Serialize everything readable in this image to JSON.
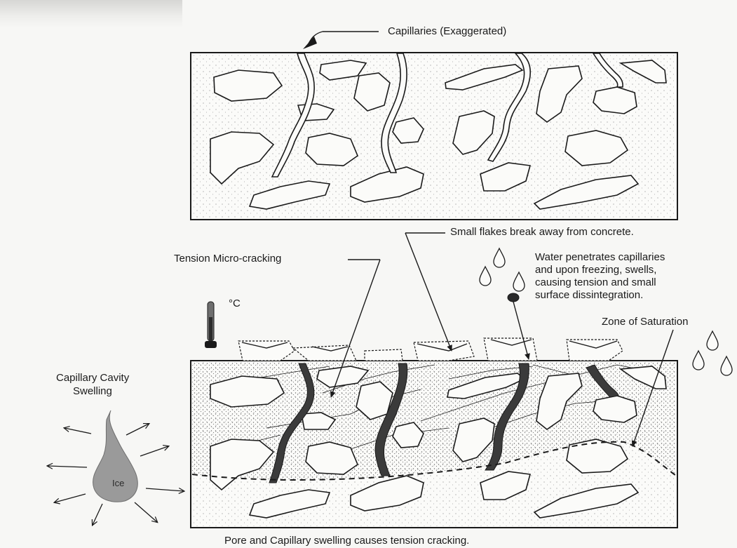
{
  "labels": {
    "capillaries": "Capillaries (Exaggerated)",
    "small_flakes": "Small flakes break away from concrete.",
    "tension_micro_cracking": "Tension Micro-cracking",
    "water_note": [
      "Water penetrates capillaries",
      "and upon freezing, swells,",
      "causing tension and small",
      "surface dissintegration."
    ],
    "degree_c": "°C",
    "zone_of_saturation": "Zone of Saturation",
    "capillary_cavity_swelling": [
      "Capillary Cavity",
      "Swelling"
    ],
    "ice": "Ice",
    "caption": "Pore and Capillary swelling causes tension cracking."
  },
  "colors": {
    "ink": "#1a1a1a",
    "crack_fill": "#3b3b3b",
    "ice_fill": "#9a9a9a",
    "concrete_fill": "#fbfbf9",
    "stipple": "#8a8a8a"
  }
}
